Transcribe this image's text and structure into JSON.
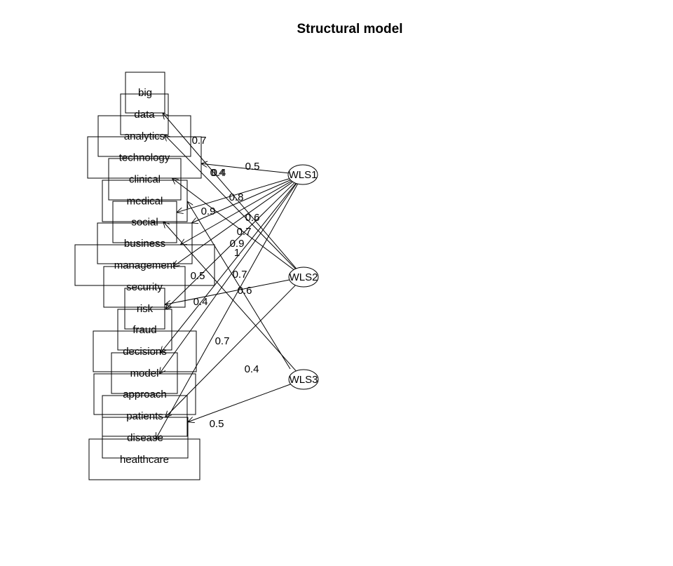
{
  "title": "Structural model",
  "latents": [
    {
      "id": "WLS1",
      "label": "WLS1"
    },
    {
      "id": "WLS2",
      "label": "WLS2"
    },
    {
      "id": "WLS3",
      "label": "WLS3"
    }
  ],
  "indicators": [
    {
      "id": "big",
      "label": "big"
    },
    {
      "id": "data",
      "label": "data"
    },
    {
      "id": "analytics",
      "label": "analytics"
    },
    {
      "id": "technology",
      "label": "technology"
    },
    {
      "id": "clinical",
      "label": "clinical"
    },
    {
      "id": "medical",
      "label": "medical"
    },
    {
      "id": "social",
      "label": "social"
    },
    {
      "id": "business",
      "label": "business"
    },
    {
      "id": "management",
      "label": "management"
    },
    {
      "id": "security",
      "label": "security"
    },
    {
      "id": "risk",
      "label": "risk"
    },
    {
      "id": "fraud",
      "label": "fraud"
    },
    {
      "id": "decisions",
      "label": "decisions"
    },
    {
      "id": "model",
      "label": "model"
    },
    {
      "id": "approach",
      "label": "approach"
    },
    {
      "id": "patients",
      "label": "patients"
    },
    {
      "id": "disease",
      "label": "disease"
    },
    {
      "id": "healthcare",
      "label": "healthcare"
    }
  ],
  "edges": [
    {
      "from": "WLS1",
      "to": "technology",
      "weight": "0.5"
    },
    {
      "from": "WLS1",
      "to": "social",
      "weight": "0.9"
    },
    {
      "from": "WLS1",
      "to": "business",
      "weight": "0.7"
    },
    {
      "from": "WLS1",
      "to": "management",
      "weight": "0.9"
    },
    {
      "from": "WLS1",
      "to": "security",
      "weight": "1"
    },
    {
      "from": "WLS1",
      "to": "fraud",
      "weight": "0.7"
    },
    {
      "from": "WLS1",
      "to": "model",
      "weight": "0.6"
    },
    {
      "from": "WLS1",
      "to": "approach",
      "weight": "0.7"
    },
    {
      "from": "WLS1",
      "to": "healthcare",
      "weight": "0.4"
    },
    {
      "from": "WLS2",
      "to": "big",
      "weight": "0.7"
    },
    {
      "from": "WLS2",
      "to": "data",
      "weight": "0.4"
    },
    {
      "from": "WLS2",
      "to": "technology",
      "weight": "0.8"
    },
    {
      "from": "WLS2",
      "to": "risk",
      "weight": "0.4"
    },
    {
      "from": "WLS2",
      "to": "disease",
      "weight": "0.6"
    },
    {
      "from": "WLS3",
      "to": "medical",
      "weight": "0.5"
    },
    {
      "from": "WLS3",
      "to": "disease",
      "weight": "0.5"
    }
  ],
  "extra_edge_labels": [
    "0.4"
  ]
}
